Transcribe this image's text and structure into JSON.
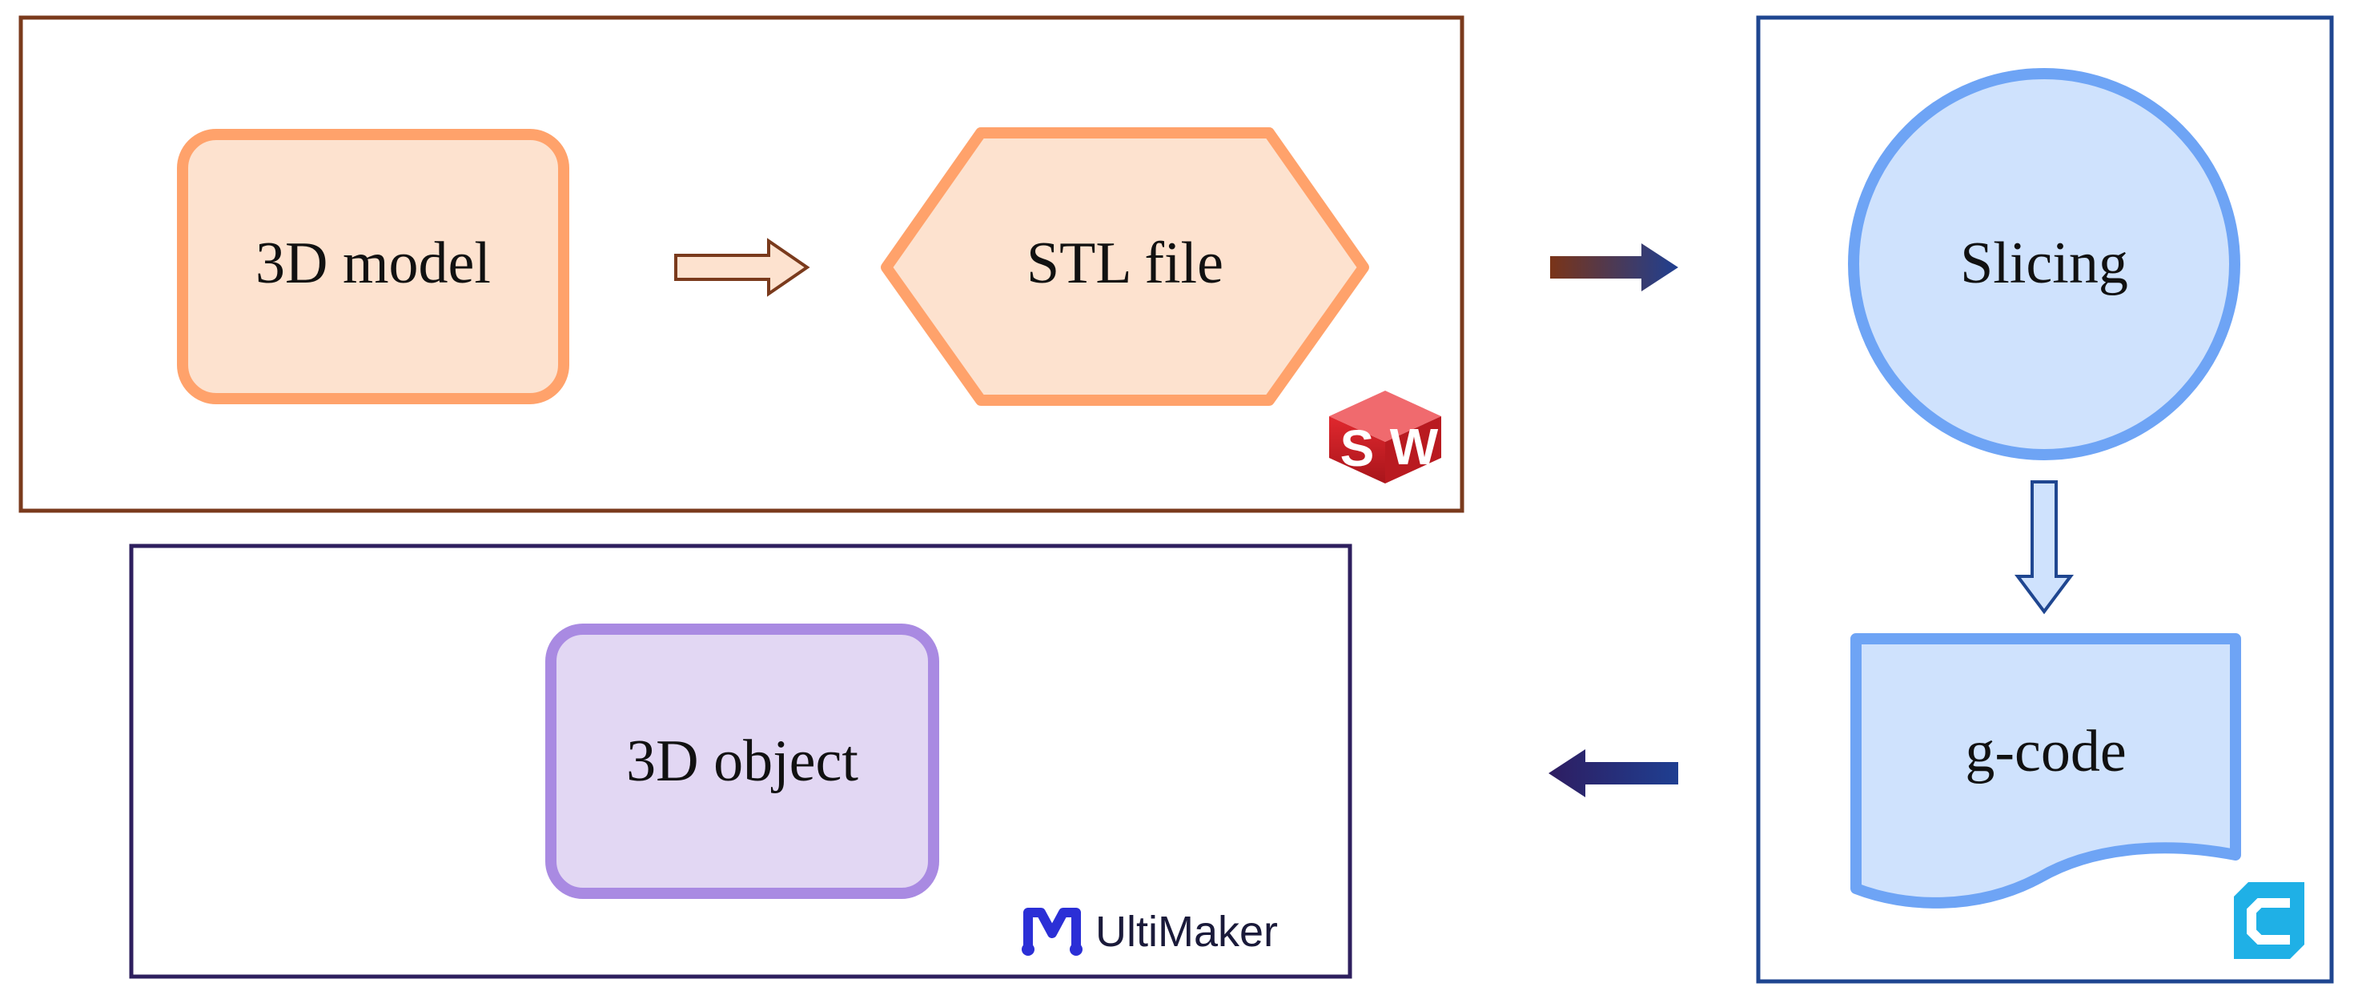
{
  "nodes": {
    "model": "3D model",
    "stl": "STL file",
    "slicing": "Slicing",
    "gcode": "g-code",
    "object": "3D object"
  },
  "logos": {
    "solidworks_letters": [
      "S",
      "W"
    ],
    "ultimaker_text": "UltiMaker"
  },
  "colors": {
    "cad_frame": "#7a3a1c",
    "slicer_frame": "#1f4690",
    "printer_frame": "#2e1f5e",
    "orange_fill": "#fde2cf",
    "orange_stroke": "#ffa26b",
    "blue_fill": "#cfe2fd",
    "blue_stroke": "#6ea4f5",
    "purple_fill": "#e2d7f3",
    "purple_stroke": "#a98ae2",
    "cura_blue": "#1fb0e6",
    "ultimaker_blue": "#2b2fd6",
    "solidworks_red": "#d2232a"
  }
}
